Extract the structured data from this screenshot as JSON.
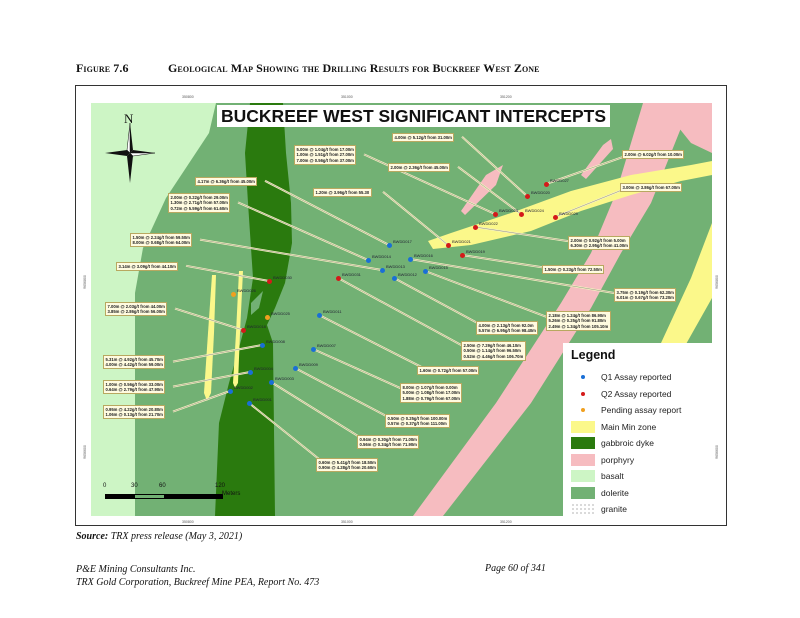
{
  "figure": {
    "number": "Figure 7.6",
    "title": "Geological Map Showing the Drilling Results for Buckreef West Zone"
  },
  "map": {
    "title": "BUCKREEF WEST SIGNIFICANT INTERCEPTS",
    "north_label": "N",
    "scale": {
      "ticks": [
        "0",
        "30",
        "60",
        "120"
      ],
      "unit": "Meters"
    },
    "grid_labels": {
      "top": [
        "350800",
        "351000",
        "351200"
      ],
      "bottom": [
        "350800",
        "351000",
        "351200"
      ],
      "left": [
        "9656800",
        "9656600"
      ],
      "right": [
        "9656800",
        "9656600"
      ]
    },
    "colors": {
      "q1": "#1a6fd6",
      "q2": "#d41a1a",
      "pending": "#f0a020",
      "main_min_zone": "#fbf88a",
      "gabbroic_dyke": "#2a7a0e",
      "porphyry": "#f6bcc0",
      "basalt": "#cdf5c5",
      "dolerite": "#72b174"
    },
    "drill_holes": [
      {
        "id": "BWDD027",
        "status": "q2"
      },
      {
        "id": "BWDD020",
        "status": "q2"
      },
      {
        "id": "BWDD023",
        "status": "q2"
      },
      {
        "id": "BWDD024",
        "status": "q2"
      },
      {
        "id": "BWDD029",
        "status": "q2"
      },
      {
        "id": "BWDD022",
        "status": "q2"
      },
      {
        "id": "BWDD021",
        "status": "q2"
      },
      {
        "id": "BWDD019",
        "status": "q2"
      },
      {
        "id": "BWDD017",
        "status": "q1"
      },
      {
        "id": "BWDD014",
        "status": "q1"
      },
      {
        "id": "BWDD016",
        "status": "q1"
      },
      {
        "id": "BWDD013",
        "status": "q1"
      },
      {
        "id": "BWDD015",
        "status": "q1"
      },
      {
        "id": "BWDD012",
        "status": "q1"
      },
      {
        "id": "BWDD031",
        "status": "q2"
      },
      {
        "id": "BWDD030",
        "status": "q2"
      },
      {
        "id": "BWDD026",
        "status": "pending"
      },
      {
        "id": "BWDD025",
        "status": "pending"
      },
      {
        "id": "BWDD018",
        "status": "q2"
      },
      {
        "id": "BWDD008",
        "status": "q1"
      },
      {
        "id": "BWDD011",
        "status": "q1"
      },
      {
        "id": "BWDD007",
        "status": "q1"
      },
      {
        "id": "BWDD009",
        "status": "q1"
      },
      {
        "id": "BWDD004",
        "status": "q1"
      },
      {
        "id": "BWDD003",
        "status": "q1"
      },
      {
        "id": "BWDD002",
        "status": "q1"
      },
      {
        "id": "BWDD001",
        "status": "q1"
      }
    ],
    "intercepts": [
      {
        "hole": "BWDD020",
        "lines": [
          "4.00m @ 5.12g/t from 31.00m"
        ]
      },
      {
        "hole": "BWDD023",
        "lines": [
          "5.00m @ 1.04g/t from 17.00m",
          "1.00m @ 1.51g/t from 27.00m",
          "7.00m @ 0.56g/t from 37.00m"
        ]
      },
      {
        "hole": "BWDD024",
        "lines": [
          "2.00m @ 2.36g/t from 45.00m"
        ]
      },
      {
        "hole": "BWDD027",
        "lines": [
          "2.00m @ 6.02g/t from 10.00m"
        ]
      },
      {
        "hole": "BWDD029",
        "lines": [
          "3.00m @ 3.86g/t from 67.00m"
        ]
      },
      {
        "hole": "BWDD017",
        "lines": [
          "4.17m @ 6.36g/t from 45.00m"
        ]
      },
      {
        "hole": "BWDD021",
        "lines": [
          "1.20m @ 3.96g/t from 55.30"
        ]
      },
      {
        "hole": "BWDD014",
        "lines": [
          "2.00m @ 0.22g/t from 29.00m",
          "1.30m @ 2.71g/t from 57.00m",
          "0.72m @ 5.59g/t from 61.60m"
        ]
      },
      {
        "hole": "BWDD013",
        "lines": [
          "1.50m @ 2.24g/t from 59.50m",
          "8.00m @ 0.68g/t from 64.00m"
        ]
      },
      {
        "hole": "BWDD030",
        "lines": [
          "3.14m @ 3.09g/t from 44.10m"
        ]
      },
      {
        "hole": "BWDD022",
        "lines": [
          "2.00m @ 0.92g/t from 5.00m",
          "6.30m @ 2.95g/t from 41.00m"
        ]
      },
      {
        "hole": "BWDD019",
        "lines": [
          "1.50m @ 0.23g/t from 72.50m"
        ]
      },
      {
        "hole": "BWDD016",
        "lines": [
          "3.75m @ 0.19g/t from 62.30m",
          "6.01m @ 0.67g/t from 73.20m"
        ]
      },
      {
        "hole": "BWDD018",
        "lines": [
          "7.00m @ 2.03g/t from 44.00m",
          "3.85m @ 2.86g/t from 56.00m"
        ]
      },
      {
        "hole": "BWDD015",
        "lines": [
          "2.18m @ 1.24g/t from 86.90m",
          "5.26m @ 0.25g/t from 91.80m",
          "2.49m @ 1.34g/t from 105.10m"
        ]
      },
      {
        "hole": "BWDD012",
        "lines": [
          "4.00m @ 2.13g/t from 92.0m",
          "5.57m @ 6.95g/t from 98.40m"
        ]
      },
      {
        "hole": "BWDD031",
        "lines": [
          "2.50m @ 7.29g/t from 46.10m",
          "0.50m @ 1.14g/t from 96.50m",
          "0.52m @ 4.46g/t from 106.70m"
        ]
      },
      {
        "hole": "BWDD011",
        "lines": [
          "1.60m @ 0.72g/t from 57.00m"
        ]
      },
      {
        "hole": "BWDD008",
        "lines": [
          "5.31m @ 4.92g/t from 45.70m",
          "4.00m @ 4.42g/t from 59.00m"
        ]
      },
      {
        "hole": "BWDD004",
        "lines": [
          "1.00m @ 0.56g/t from 33.00m",
          "0.64m @ 2.79g/t from 47.90m"
        ]
      },
      {
        "hole": "BWDD007",
        "lines": [
          "8.00m @ 1.07g/t from 0.00m",
          "5.00m @ 1.08g/t from 17.00m",
          "1.88m @ 0.79g/t from 67.00m"
        ]
      },
      {
        "hole": "BWDD002",
        "lines": [
          "0.95m @ 4.22g/t from 20.80m",
          "1.06m @ 0.13g/t from 21.70m"
        ]
      },
      {
        "hole": "BWDD009",
        "lines": [
          "0.50m @ 0.25g/t from 100.00m",
          "0.57m @ 0.37g/t from 111.00m"
        ]
      },
      {
        "hole": "BWDD003",
        "lines": [
          "0.94m @ 0.30g/t from 71.00m",
          "0.56m @ 0.34g/t from 71.90m"
        ]
      },
      {
        "hole": "BWDD001",
        "lines": [
          "0.60m @ 5.41g/t from 18.50m",
          "0.90m @ 4.28g/t from 20.60m"
        ]
      }
    ],
    "legend": {
      "title": "Legend",
      "items": [
        {
          "label": "Q1 Assay reported",
          "symbol": "q1"
        },
        {
          "label": "Q2 Assay reported",
          "symbol": "q2"
        },
        {
          "label": "Pending assay report",
          "symbol": "pending"
        },
        {
          "label": "Main Min zone",
          "symbol": "main_min_zone"
        },
        {
          "label": "gabbroic dyke",
          "symbol": "gabbroic_dyke"
        },
        {
          "label": "porphyry",
          "symbol": "porphyry"
        },
        {
          "label": "basalt",
          "symbol": "basalt"
        },
        {
          "label": "dolerite",
          "symbol": "dolerite"
        },
        {
          "label": "granite",
          "symbol": "granite"
        }
      ]
    }
  },
  "source": {
    "label": "Source:",
    "text": "TRX press release (May 3, 2021)"
  },
  "footer": {
    "company": "P&E Mining Consultants Inc.",
    "report": "TRX Gold Corporation, Buckreef Mine PEA, Report No. 473",
    "page": "Page 60 of 341"
  }
}
